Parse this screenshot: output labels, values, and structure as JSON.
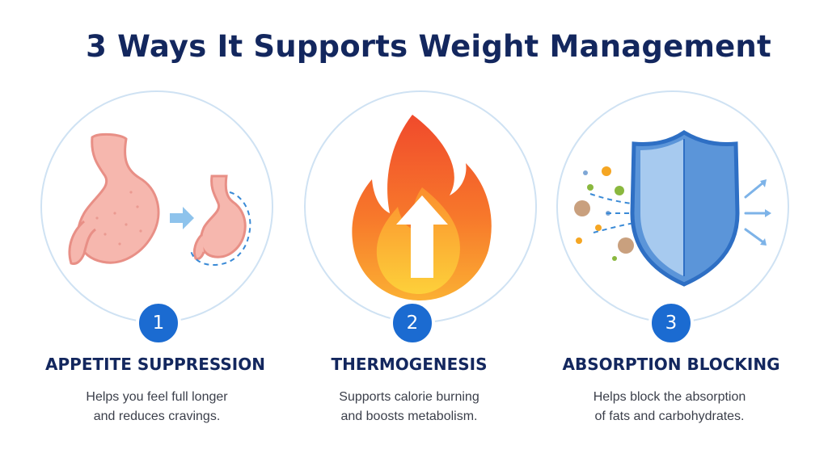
{
  "title": "3 Ways It Supports Weight Management",
  "colors": {
    "title": "#13275e",
    "badge": "#1b6bd1",
    "ring": "#cfe2f3"
  },
  "cards": [
    {
      "number": "1",
      "icon": "stomach-shrink-icon",
      "heading": "APPETITE SUPPRESSION",
      "lines": [
        "Helps you feel full longer",
        "and reduces cravings."
      ]
    },
    {
      "number": "2",
      "icon": "flame-arrow-up-icon",
      "heading": "THERMOGENESIS",
      "lines": [
        "Supports calorie burning",
        "and boosts metabolism."
      ]
    },
    {
      "number": "3",
      "icon": "shield-block-icon",
      "heading": "ABSORPTION BLOCKING",
      "lines": [
        "Helps block the absorption",
        "of fats and carbohydrates."
      ]
    }
  ]
}
